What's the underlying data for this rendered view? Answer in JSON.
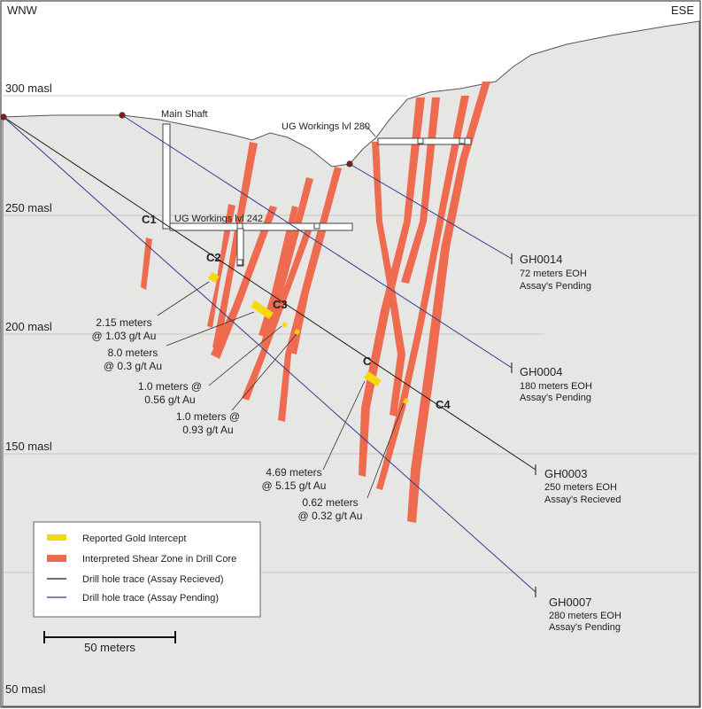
{
  "orientation": {
    "left": "WNW",
    "right": "ESE"
  },
  "elevations": [
    "300 masl",
    "250 masl",
    "200 masl",
    "150 masl",
    "50 masl"
  ],
  "workings": {
    "shaft": "Main Shaft",
    "lvl280": "UG Workings lvl 280",
    "lvl242": "UG Workings lvl 242"
  },
  "markers": {
    "c1": "C1",
    "c2": "C2",
    "c3": "C3",
    "c": "C",
    "c4": "C4"
  },
  "intercepts": [
    {
      "line1": "2.15 meters",
      "line2": "@ 1.03 g/t Au"
    },
    {
      "line1": "8.0 meters",
      "line2": "@ 0.3 g/t Au"
    },
    {
      "line1": "1.0 meters @",
      "line2": "0.56 g/t Au"
    },
    {
      "line1": "1.0 meters @",
      "line2": "0.93 g/t Au"
    },
    {
      "line1": "4.69 meters",
      "line2": "@ 5.15 g/t Au"
    },
    {
      "line1": "0.62 meters",
      "line2": "@ 0.32 g/t Au"
    }
  ],
  "holes": [
    {
      "name": "GH0014",
      "length": "72 meters EOH",
      "status": "Assay's Pending"
    },
    {
      "name": "GH0004",
      "length": "180 meters EOH",
      "status": "Assay's Pending"
    },
    {
      "name": "GH0003",
      "length": "250 meters EOH",
      "status": "Assay's Recieved"
    },
    {
      "name": "GH0007",
      "length": "280 meters EOH",
      "status": "Assay's Pending"
    }
  ],
  "legend": [
    {
      "label": "Reported Gold Intercept",
      "color": "#f5d90a"
    },
    {
      "label": "Interpreted Shear Zone in Drill Core",
      "color": "#ee6b50"
    },
    {
      "label": "Drill hole trace (Assay Recieved)",
      "color": "#1a1a1a"
    },
    {
      "label": "Drill hole trace (Assay Pending)",
      "color": "#2d3a8c"
    }
  ],
  "scale_bar": "50 meters",
  "colors": {
    "rock": "#e6e6e5",
    "shear": "#ee6b50",
    "gold": "#f5d90a",
    "received": "#1a1a1a",
    "pending": "#2d3a8c",
    "collar": "#8b1a1a"
  }
}
